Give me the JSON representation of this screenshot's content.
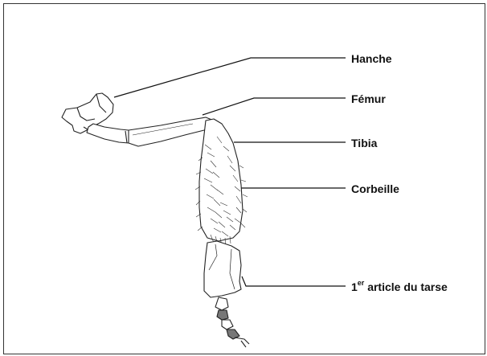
{
  "diagram": {
    "labels": {
      "hanche": "Hanche",
      "femur": "Fémur",
      "tibia": "Tibia",
      "corbeille": "Corbeille",
      "tarse_number": "1",
      "tarse_superscript": "er",
      "tarse_rest": " article du tarse"
    },
    "colors": {
      "ink": "#111111",
      "frame": "#333333",
      "background": "#ffffff"
    }
  }
}
